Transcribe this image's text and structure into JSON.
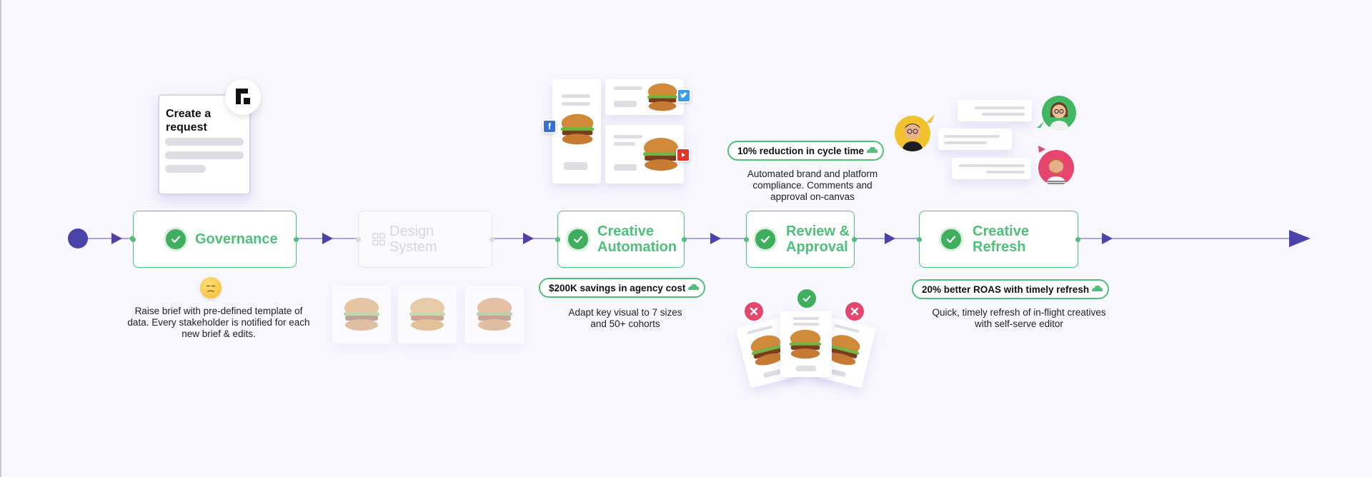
{
  "stages": [
    {
      "label_line1": "Governance",
      "label_line2": "",
      "state": "done"
    },
    {
      "label_line1": "Design",
      "label_line2": "System",
      "state": "disabled"
    },
    {
      "label_line1": "Creative",
      "label_line2": "Automation",
      "state": "done"
    },
    {
      "label_line1": "Review &",
      "label_line2": "Approval",
      "state": "done"
    },
    {
      "label_line1": "Creative",
      "label_line2": "Refresh",
      "state": "done"
    }
  ],
  "request_card": {
    "title_line1": "Create a",
    "title_line2": "request"
  },
  "descriptions": {
    "governance": [
      "Raise brief with pre-defined template of",
      "data. Every stakeholder is notified for each",
      "new brief & edits."
    ],
    "creative_automation": [
      "Adapt key visual to 7 sizes",
      "and 50+ cohorts"
    ],
    "review_approval": [
      "Automated brand and platform",
      "compliance. Comments and",
      "approval on-canvas"
    ],
    "creative_refresh": [
      "Quick, timely refresh of in-flight creatives",
      "with self-serve editor"
    ]
  },
  "metrics": {
    "cycle_time": "10% reduction in cycle time",
    "agency_cost": "$200K savings in agency cost",
    "roas": "20% better ROAS with timely refresh"
  },
  "icons": {
    "social": [
      "facebook-icon",
      "twitter-icon",
      "youtube-icon"
    ],
    "approval": [
      "reject-icon",
      "approve-icon",
      "reject-icon"
    ]
  },
  "colors": {
    "accent_green": "#4ec07a",
    "check_green": "#3fae5e",
    "flow_purple": "#4b44a8",
    "reject_pink": "#e6456e",
    "background": "#f8f7fd"
  }
}
